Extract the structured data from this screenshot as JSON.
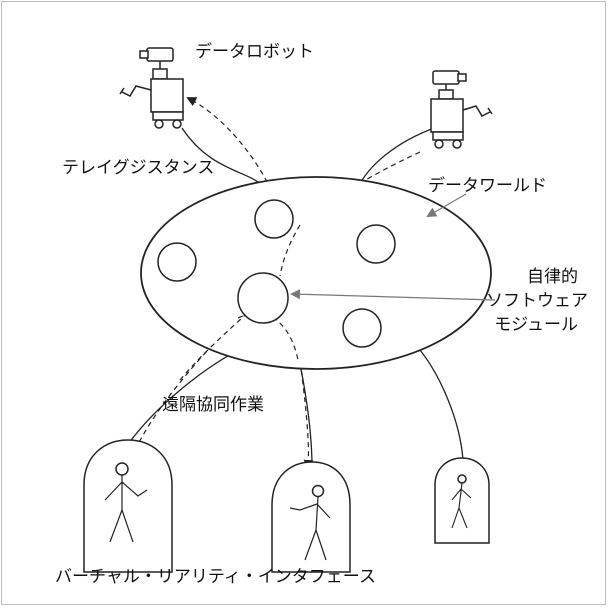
{
  "labels": {
    "data_robot": "データロボット",
    "telexistence": "テレイグジスタンス",
    "data_world": "データワールド",
    "autonomous_module_line1": "自律的",
    "autonomous_module_line2": "ソフトウェア",
    "autonomous_module_line3": "モジュール",
    "remote_collaboration": "遠隔協同作業",
    "virtual_reality_interface": "バーチャル・リアリティ・インタフェース"
  },
  "icons": {
    "robot": "robot-icon",
    "human_capsule": "human-capsule-icon"
  },
  "colors": {
    "line": "#222222",
    "frame": "#bdbdbd",
    "arrow": "#777777"
  }
}
